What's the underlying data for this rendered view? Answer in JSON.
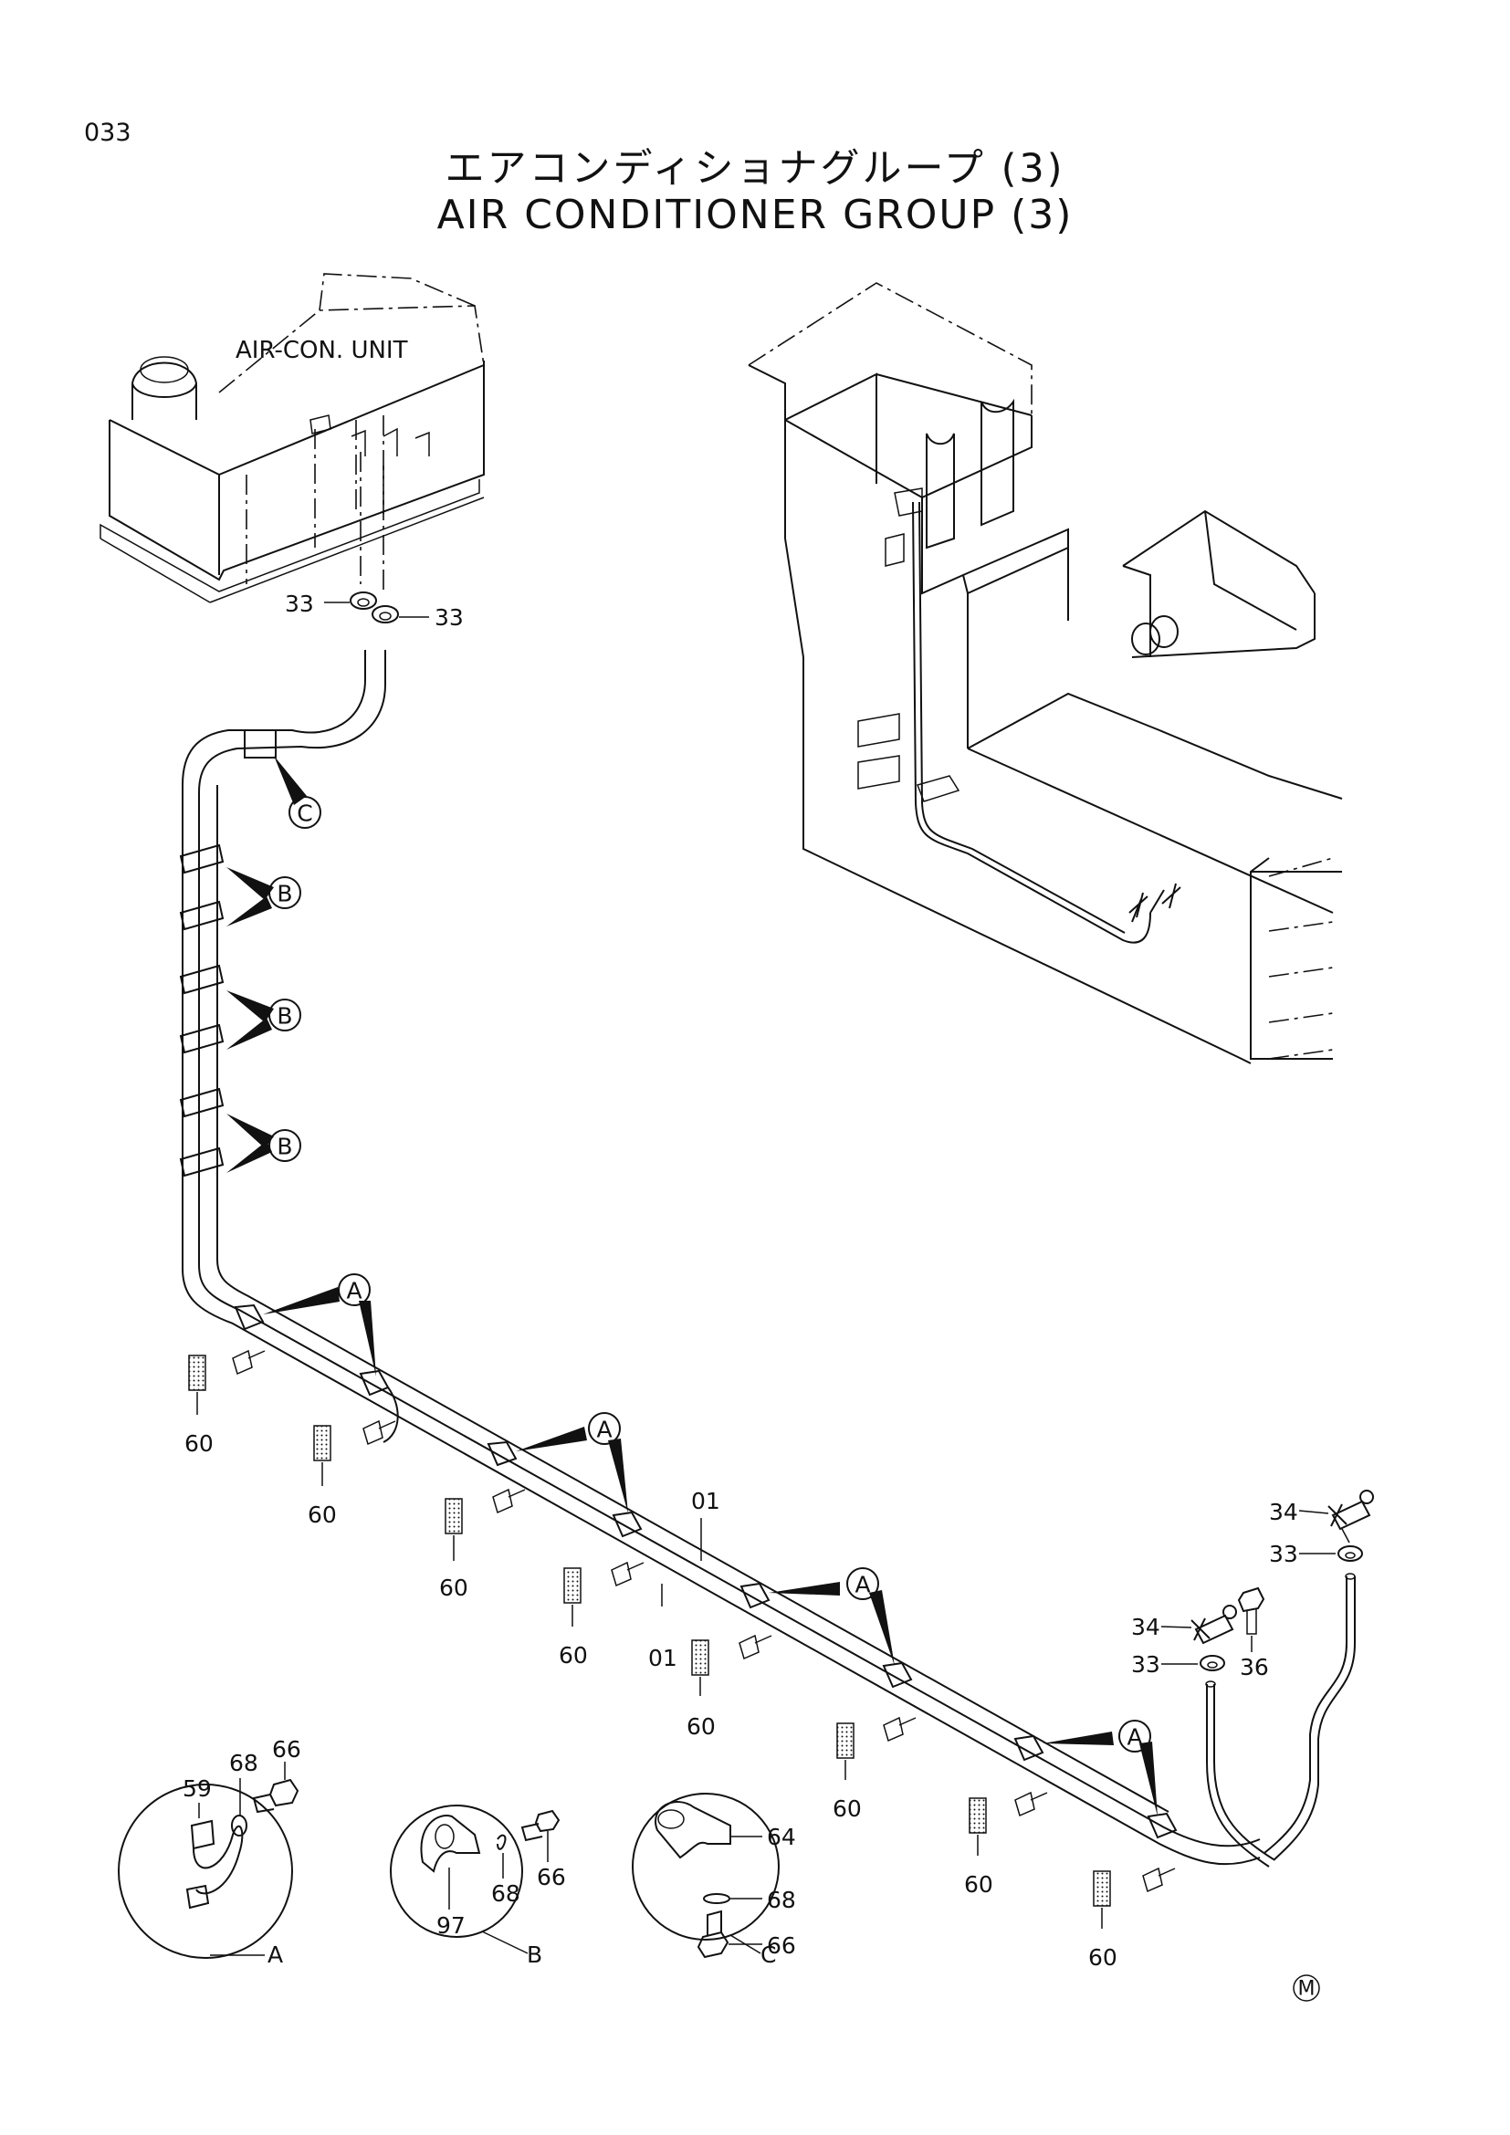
{
  "page_number": "033",
  "title_jp": "エアコンディショナグループ (3)",
  "title_en": "AIR CONDITIONER GROUP (3)",
  "unit_label": "AIR-CON. UNIT",
  "callouts": {
    "A": "A",
    "B": "B",
    "C": "C"
  },
  "parts": {
    "p01": "01",
    "p33": "33",
    "p34": "34",
    "p36": "36",
    "p59": "59",
    "p60": "60",
    "p64": "64",
    "p66": "66",
    "p68": "68",
    "p97": "97"
  },
  "details": {
    "A": "A",
    "B": "B",
    "C": "C"
  },
  "corner_mark": "M"
}
